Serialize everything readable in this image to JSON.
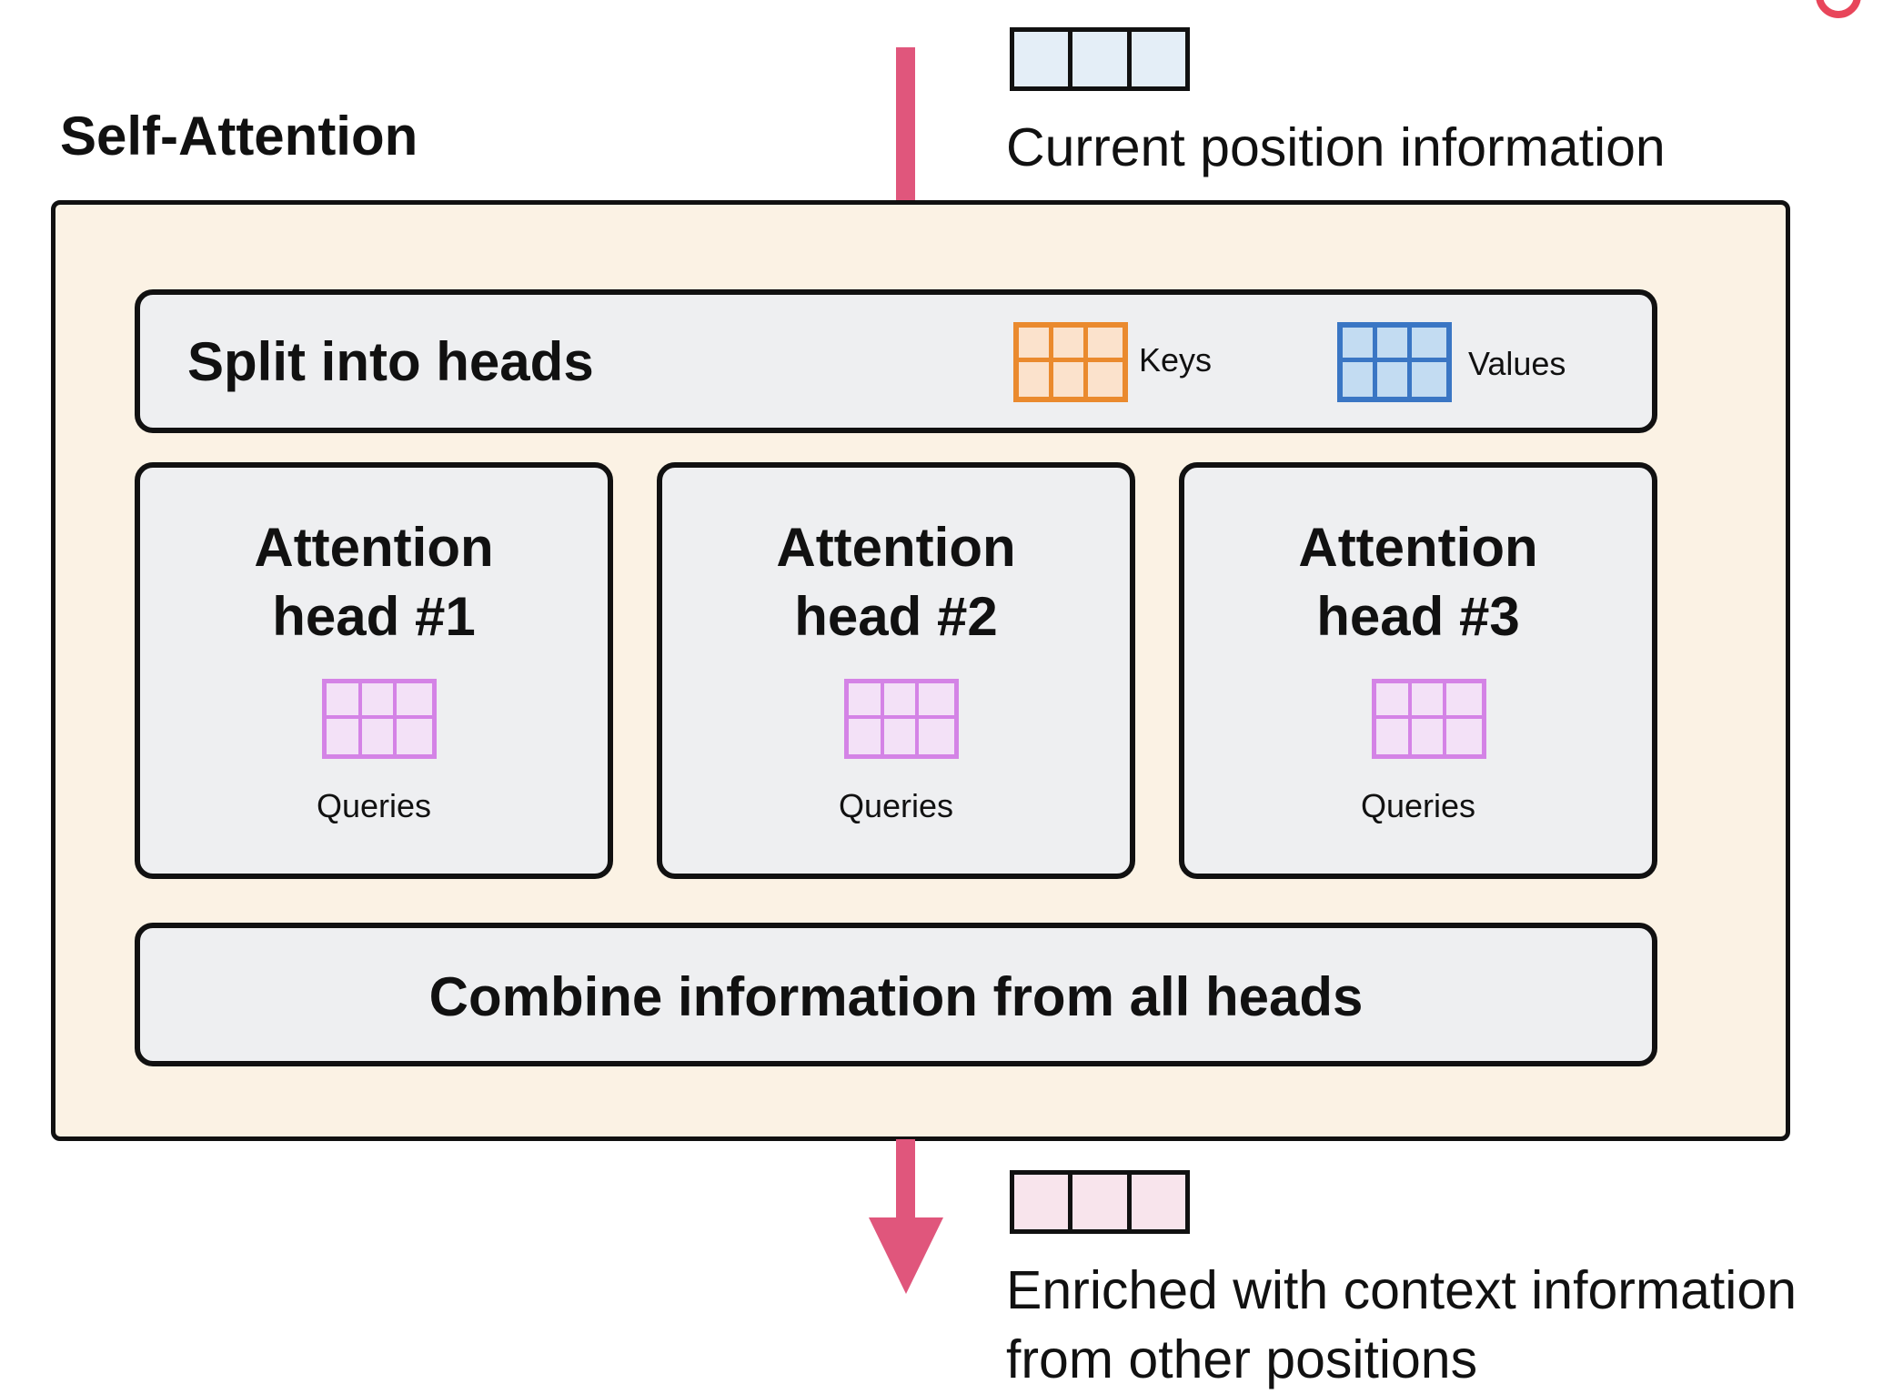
{
  "diagram": {
    "title": "Self-Attention",
    "input": {
      "caption": "Current position information",
      "cells": 3,
      "color": "#e4eef7"
    },
    "output": {
      "caption_line1": "Enriched with context information",
      "caption_line2": "from other positions",
      "cells": 3,
      "color": "#f8e4ec"
    },
    "flow_color": "#e0567c",
    "container_color": "#fbf2e4",
    "panel_color": "#eeeff1",
    "split": {
      "label": "Split into heads",
      "keys": {
        "label": "Keys",
        "icon": "keys-grid-icon",
        "stroke": "#ea8a2e",
        "fill": "#fbe2cc"
      },
      "values": {
        "label": "Values",
        "icon": "values-grid-icon",
        "stroke": "#3a76c4",
        "fill": "#c3dcf2"
      }
    },
    "heads": [
      {
        "title_line1": "Attention",
        "title_line2": "head #1",
        "queries_label": "Queries"
      },
      {
        "title_line1": "Attention",
        "title_line2": "head #2",
        "queries_label": "Queries"
      },
      {
        "title_line1": "Attention",
        "title_line2": "head #3",
        "queries_label": "Queries"
      }
    ],
    "queries_style": {
      "icon": "queries-grid-icon",
      "stroke": "#d483e6",
      "fill": "#f3e1f7"
    },
    "combine": {
      "label": "Combine information from all heads"
    }
  }
}
